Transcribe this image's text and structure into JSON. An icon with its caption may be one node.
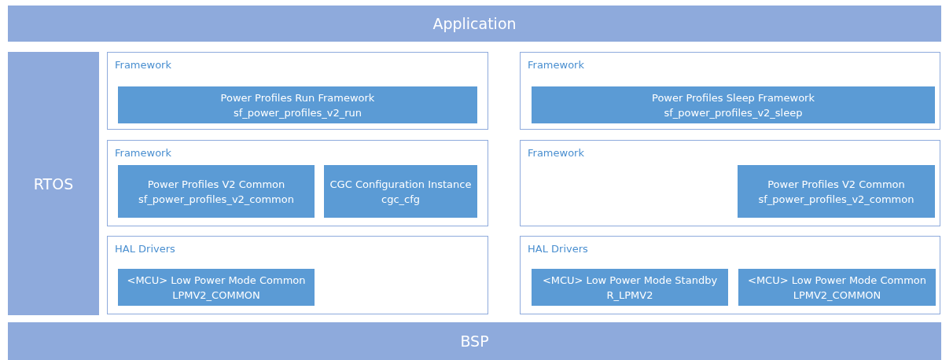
{
  "diagram": {
    "nodes": [
      {
        "text": [
          "Application"
        ]
      },
      {
        "text": [
          "RTOS"
        ]
      },
      {
        "text": [
          "Framework"
        ]
      },
      {
        "text": [
          "Power Profiles Run Framework",
          "sf_power_profiles_v2_run"
        ],
        "in": 2
      },
      {
        "text": [
          "Framework"
        ]
      },
      {
        "text": [
          "Power Profiles Sleep Framework",
          "sf_power_profiles_v2_sleep"
        ],
        "in": 4
      },
      {
        "text": [
          "Framework"
        ]
      },
      {
        "text": [
          "Power Profiles V2 Common",
          "sf_power_profiles_v2_common"
        ],
        "in": 6
      },
      {
        "text": [
          "CGC Configuration Instance",
          "cgc_cfg"
        ],
        "in": 6
      },
      {
        "text": [
          "Framework"
        ]
      },
      {
        "text": [
          "Power Profiles V2 Common",
          "sf_power_profiles_v2_common"
        ],
        "in": 9
      },
      {
        "text": [
          "HAL Drivers"
        ]
      },
      {
        "text": [
          "<MCU> Low Power Mode Common",
          "LPMV2_COMMON"
        ],
        "in": 11
      },
      {
        "text": [
          "HAL Drivers"
        ]
      },
      {
        "text": [
          "<MCU> Low Power Mode Standby",
          "R_LPMV2"
        ],
        "in": 13
      },
      {
        "text": [
          "<MCU> Low Power Mode Common",
          "LPMV2_COMMON"
        ],
        "in": 13
      },
      {
        "text": [
          "BSP"
        ]
      }
    ],
    "edges": []
  }
}
